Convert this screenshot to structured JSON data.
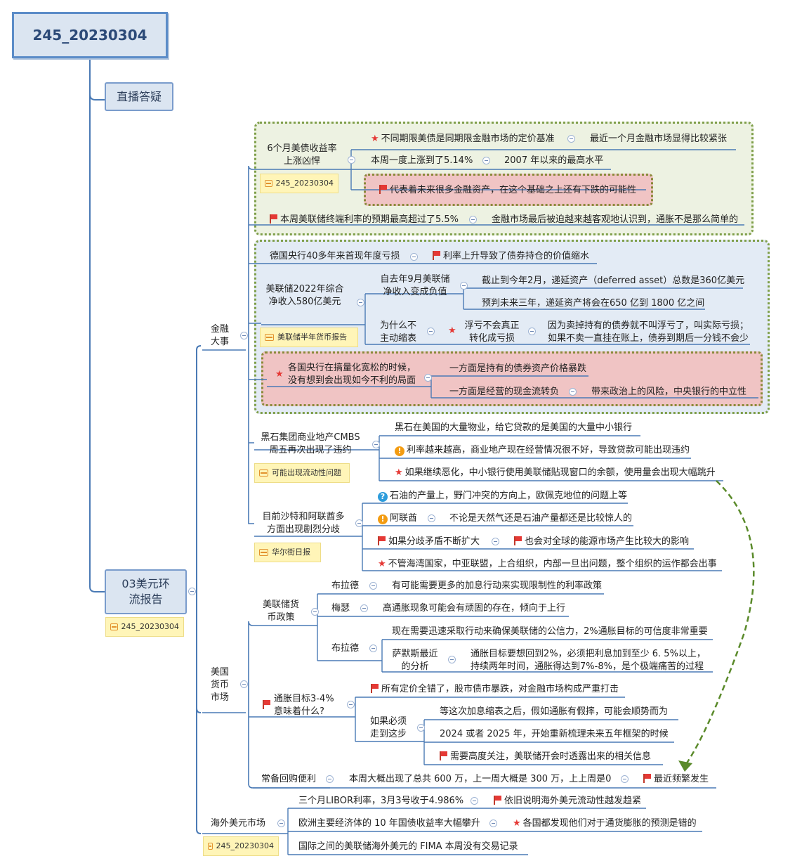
{
  "root": {
    "title": "245_20230304"
  },
  "level1": {
    "qa": "直播答疑",
    "report": "03美元环流报告",
    "report_tag": "245_20230304"
  },
  "groups": {
    "finance": "金融大事",
    "monetary": "美国货币市场",
    "overseas": "海外美元市场",
    "overseas_tag": "245_20230304"
  },
  "finance": {
    "yield": {
      "topic": "6个月美债收益率上涨凶悍",
      "tag": "245_20230304",
      "r1": "不同期限美债是同期限金融市场的定价基准",
      "r1b": "最近一个月金融市场显得比较紧张",
      "r2": "本周一度上涨到了5.14%",
      "r2b": "2007 年以来的最高水平",
      "r3": "代表着未来很多金融资产，在这个基础之上还有下跌的可能性"
    },
    "fedrate": {
      "text": "本周美联储终端利率的预期最高超过了5.5%",
      "after": "金融市场最后被迫越来越客观地认识到，通胀不是那么简单的"
    },
    "germany": {
      "text": "德国央行40多年来首现年度亏损",
      "after": "利率上升导致了债券持仓的价值缩水"
    },
    "fed": {
      "topic": "美联储2022年综合净收入580亿美元",
      "tag": "美联储半年货币报告",
      "a": "自去年9月美联储净收入变成负值",
      "a1": "截止到今年2月，递延资产（deferred asset）总数是360亿美元",
      "a2": "预判未来三年，递延资产将会在650 亿到 1800 亿之间",
      "b": "为什么不主动缩表",
      "b1": "浮亏不会真正转化成亏损",
      "b2": "因为卖掉持有的债券就不叫浮亏了，叫实际亏损；如果不卖一直挂在账上，债券到期后一分钱不会少"
    },
    "central": {
      "text": "各国央行在搞量化宽松的时候，没有想到会出现如今不利的局面",
      "c1": "一方面是持有的债券资产价格暴跌",
      "c2": "一方面是经营的现金流转负",
      "c2b": "带来政治上的风险，中央银行的中立性"
    },
    "blackrock": {
      "topic": "黑石集团商业地产CMBS周五再次出现了违约",
      "tag": "可能出现流动性问题",
      "d1": "黑石在美国的大量物业，给它贷款的是美国的大量中小银行",
      "d2": "利率越来越高，商业地产现在经营情况很不好，导致贷款可能出现违约",
      "d3": "如果继续恶化，中小银行使用美联储贴现窗口的余额，使用量会出现大幅跳升"
    },
    "saudi": {
      "topic": "目前沙特和阿联酋多方面出现剧烈分歧",
      "tag": "华尔街日报",
      "e1": "石油的产量上，野门冲突的方向上，欧佩克地位的问题上等",
      "e2": "阿联酋",
      "e2b": "不论是天然气还是石油产量都还是比较惊人的",
      "e3": "如果分歧矛盾不断扩大",
      "e3b": "也会对全球的能源市场产生比较大的影响",
      "e4": "不管海湾国家，中亚联盟，上合组织，内部一旦出问题，整个组织的运作都会出事"
    }
  },
  "monetary": {
    "policy": {
      "topic": "美联储货币政策",
      "p1": "布拉德",
      "p1b": "有可能需要更多的加息行动来实现限制性的利率政策",
      "p2": "梅瑟",
      "p2b": "高通胀现象可能会有顽固的存在，倾向于上行",
      "p3": "布拉德",
      "p3a": "现在需要迅速采取行动来确保美联储的公信力，2%通胀目标的可信度非常重要",
      "p3b": "萨默斯最近的分析",
      "p3c": "通胀目标要想回到2%，必须把利息加到至少 6. 5%以上，持续两年时间，通胀得达到7%-8%，是个极端痛苦的过程"
    },
    "inflation": {
      "topic": "通胀目标3-4%意味着什么?",
      "i1": "所有定价全错了，股市债市暴跌，对金融市场构成严重打击",
      "i2": "如果必须走到这步",
      "i2a": "等这次加息缩表之后，假如通胀有假摔，可能会顺势而为",
      "i2b": "2024 或者 2025 年，开始重新梳理未来五年框架的时候",
      "i2c": "需要高度关注，美联储开会时透露出来的相关信息"
    },
    "repo": {
      "topic": "常备回购便利",
      "r1": "本周大概出现了总共 600 万，上一周大概是 300 万，上上周是0",
      "r2": "最近频繁发生"
    }
  },
  "overseas": {
    "o1": "三个月LIBOR利率，3月3号收于4.986%",
    "o1b": "依旧说明海外美元流动性越发趋紧",
    "o2": "欧洲主要经济体的 10 年国债收益率大幅攀升",
    "o2b": "各国都发现他们对于通货膨胀的预测是错的",
    "o3": "国际之间的美联储海外美元的 FIMA 本周没有交易记录"
  }
}
